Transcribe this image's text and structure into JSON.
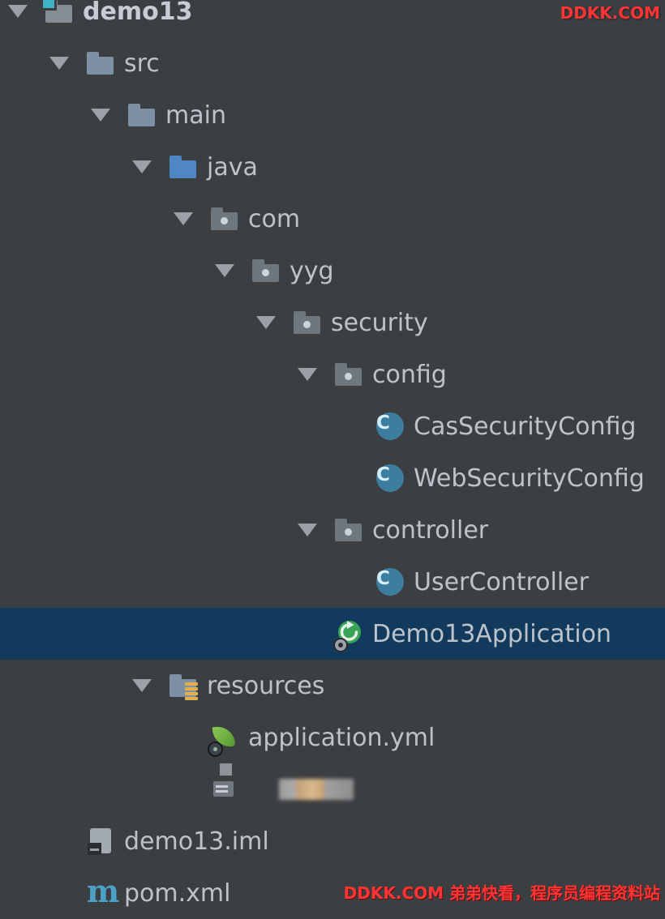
{
  "app": {
    "type": "ide-project-tree",
    "colors": {
      "bg": "#3c3f42",
      "selection": "#113a5c",
      "text": "#bdc3ca",
      "watermark": "#ff3434",
      "folder": "#7e90a4",
      "source-folder": "#4e87c4",
      "package-folder": "#6e767e",
      "class-icon": "#3d7ea0",
      "spring-green": "#54992f",
      "maven-blue": "#4aa0c6",
      "resource-stripe": "#e3b04b",
      "project-badge": "#3fb3c2"
    }
  },
  "icons": {
    "class_letter": "C",
    "maven_letter": "m"
  },
  "watermark": {
    "top": "DDKK.COM",
    "bottom": "DDKK.COM 弟弟快看，程序员编程资料站"
  },
  "tree": {
    "items": [
      {
        "label": "demo13",
        "level": 0,
        "icon": "project",
        "expanded": true,
        "root": true
      },
      {
        "label": "src",
        "level": 1,
        "icon": "folder",
        "expanded": true
      },
      {
        "label": "main",
        "level": 2,
        "icon": "folder",
        "expanded": true
      },
      {
        "label": "java",
        "level": 3,
        "icon": "folder-source",
        "expanded": true
      },
      {
        "label": "com",
        "level": 4,
        "icon": "package",
        "expanded": true
      },
      {
        "label": "yyg",
        "level": 5,
        "icon": "package",
        "expanded": true
      },
      {
        "label": "security",
        "level": 6,
        "icon": "package",
        "expanded": true
      },
      {
        "label": "config",
        "level": 7,
        "icon": "package",
        "expanded": true
      },
      {
        "label": "CasSecurityConfig",
        "level": 8,
        "icon": "class"
      },
      {
        "label": "WebSecurityConfig",
        "level": 8,
        "icon": "class"
      },
      {
        "label": "controller",
        "level": 7,
        "icon": "package",
        "expanded": true
      },
      {
        "label": "UserController",
        "level": 8,
        "icon": "class"
      },
      {
        "label": "Demo13Application",
        "level": 7,
        "icon": "spring-boot",
        "selected": true
      },
      {
        "label": "resources",
        "level": 3,
        "icon": "folder-resources",
        "expanded": true
      },
      {
        "label": "application.yml",
        "level": 4,
        "icon": "spring-config"
      },
      {
        "label": "",
        "level": 4,
        "icon": "file-redacted",
        "redacted": true
      },
      {
        "label": "demo13.iml",
        "level": 1,
        "icon": "module-file"
      },
      {
        "label": "pom.xml",
        "level": 1,
        "icon": "maven"
      }
    ]
  }
}
